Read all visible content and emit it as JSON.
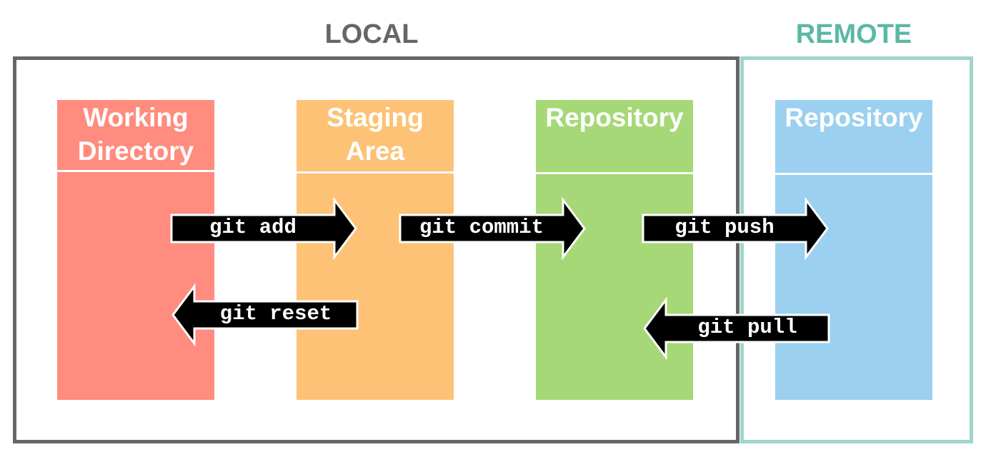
{
  "sections": {
    "local": {
      "title": "LOCAL",
      "color": "#666666",
      "border_color": "#666666"
    },
    "remote": {
      "title": "REMOTE",
      "color": "#5bb8a5",
      "border_color": "#9fd6cc"
    }
  },
  "columns": [
    {
      "title": "Working\nDirectory",
      "color": "#ff8c7e"
    },
    {
      "title": "Staging\nArea",
      "color": "#fdc276"
    },
    {
      "title": "Repository",
      "color": "#a6d877"
    },
    {
      "title": "Repository",
      "color": "#9bd0f0"
    }
  ],
  "arrows": [
    {
      "label": "git add",
      "direction": "right"
    },
    {
      "label": "git reset",
      "direction": "left"
    },
    {
      "label": "git commit",
      "direction": "right"
    },
    {
      "label": "git push",
      "direction": "right"
    },
    {
      "label": "git pull",
      "direction": "left"
    }
  ],
  "arrow_color": "#000000",
  "arrow_outline": "#ffffff"
}
